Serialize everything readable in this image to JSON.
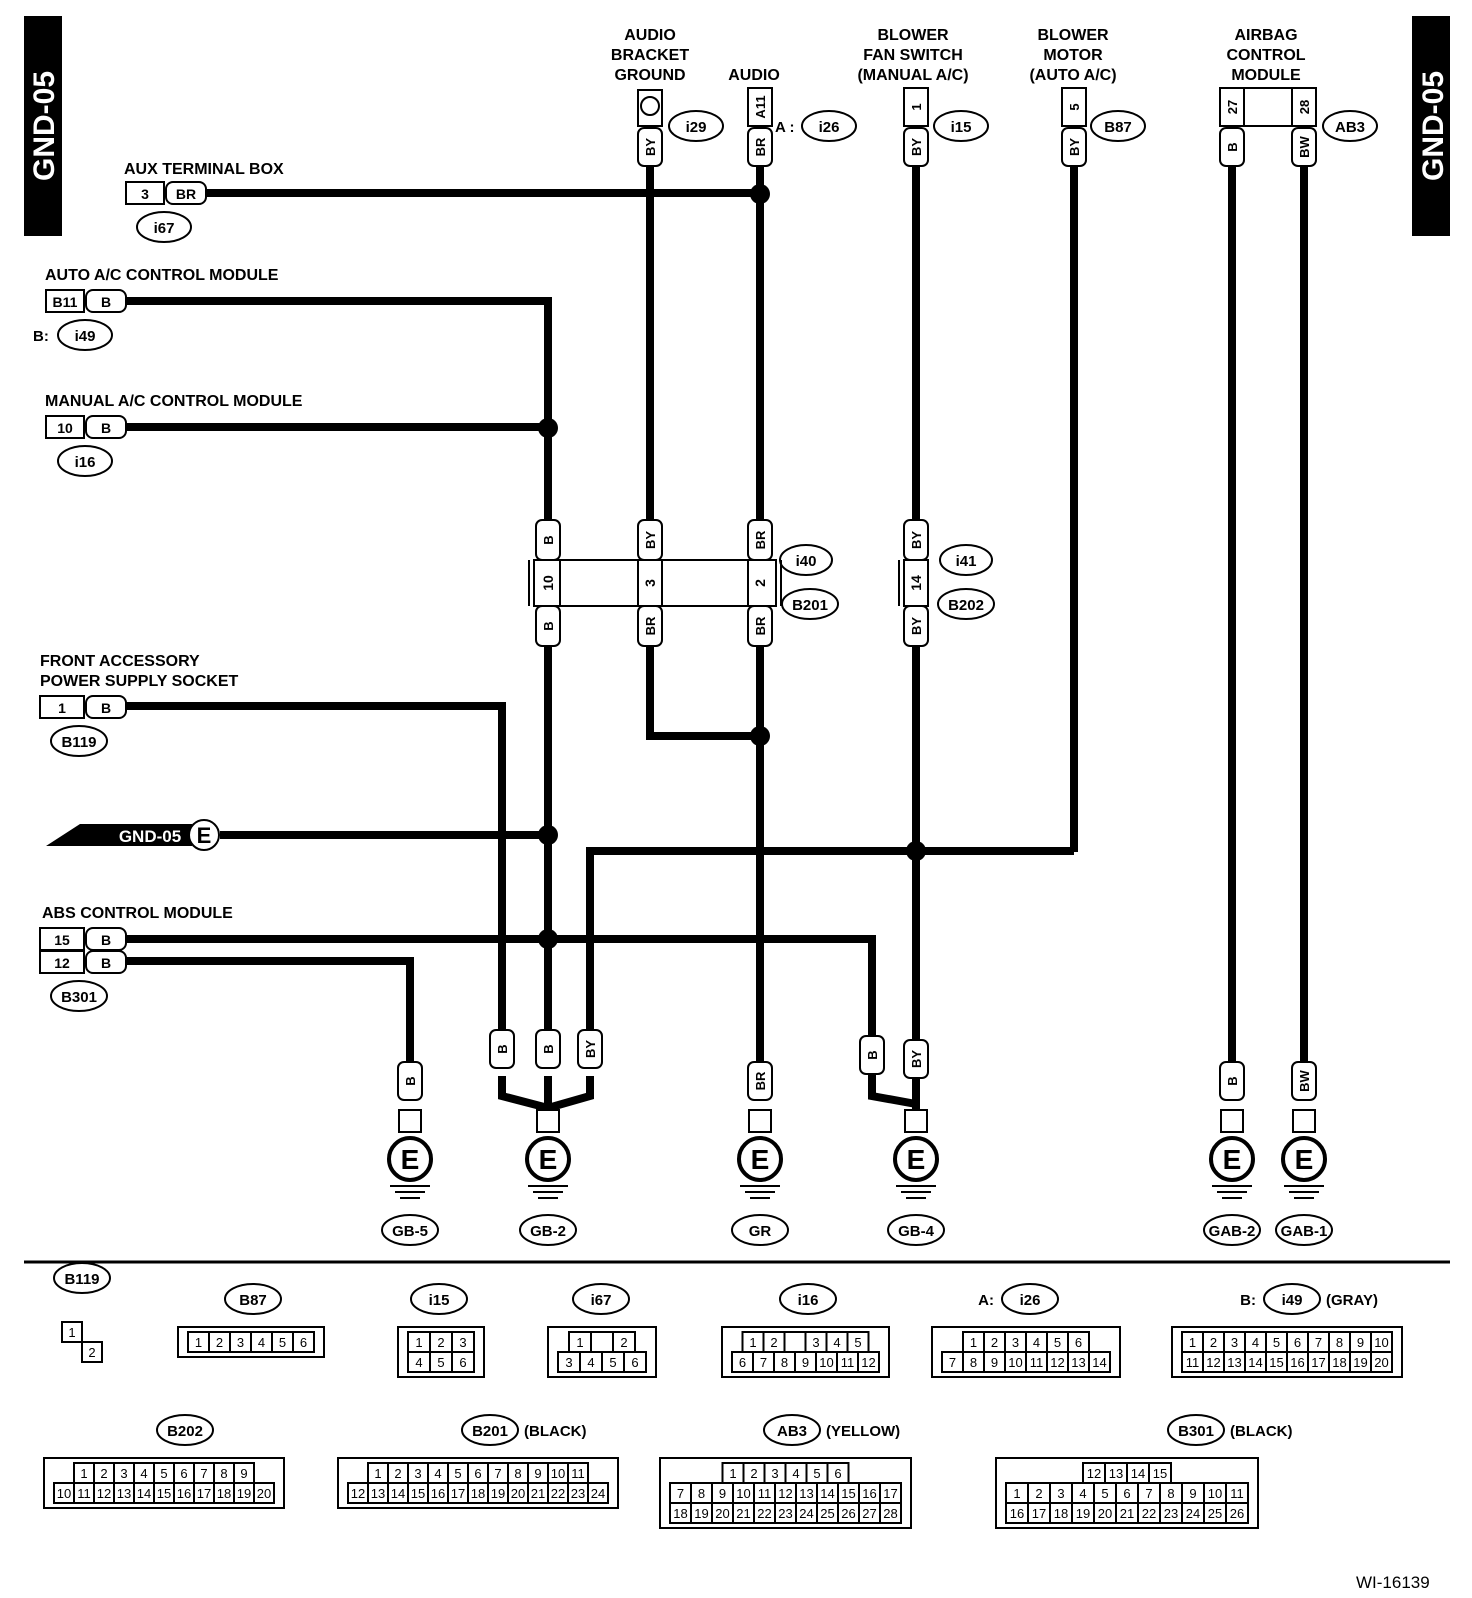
{
  "tabs": {
    "left": "GND-05",
    "right": "GND-05"
  },
  "figure_id": "WI-16139",
  "components": {
    "audio_bracket_ground": {
      "lines": [
        "AUDIO",
        "BRACKET",
        "GROUND"
      ],
      "connector": "i29"
    },
    "audio": {
      "title": "AUDIO",
      "pin": "A11",
      "prefix": "A :",
      "connector": "i26"
    },
    "blower_fan_switch": {
      "lines": [
        "BLOWER",
        "FAN SWITCH",
        "(MANUAL A/C)"
      ],
      "pin": "1",
      "connector": "i15"
    },
    "blower_motor": {
      "lines": [
        "BLOWER",
        "MOTOR",
        "(AUTO A/C)"
      ],
      "pin": "5",
      "connector": "B87"
    },
    "airbag": {
      "lines": [
        "AIRBAG",
        "CONTROL",
        "MODULE"
      ],
      "pins": [
        "27",
        "28"
      ],
      "connector": "AB3"
    },
    "aux": {
      "title": "AUX TERMINAL BOX",
      "pin": "3",
      "color": "BR",
      "connector": "i67"
    },
    "auto_ac": {
      "title": "AUTO A/C CONTROL MODULE",
      "pin": "B11",
      "color": "B",
      "prefix": "B:",
      "connector": "i49"
    },
    "manual_ac": {
      "title": "MANUAL A/C CONTROL MODULE",
      "pin": "10",
      "color": "B",
      "connector": "i16"
    },
    "front_acc": {
      "lines": [
        "FRONT ACCESSORY",
        "POWER SUPPLY SOCKET"
      ],
      "pin": "1",
      "color": "B",
      "connector": "B119"
    },
    "gnd_ref": {
      "label": "GND-05",
      "symbol": "E"
    },
    "abs": {
      "title": "ABS CONTROL MODULE",
      "pins": [
        "15",
        "12"
      ],
      "color": "B",
      "connector": "B301"
    }
  },
  "wire_colors": {
    "by": "BY",
    "b": "B",
    "br": "BR",
    "bw": "BW"
  },
  "joint": {
    "pins": [
      "10",
      "3",
      "2",
      "14"
    ],
    "connectors": [
      "i40",
      "B201",
      "i41",
      "B202"
    ]
  },
  "grounds": [
    {
      "symbol": "E",
      "label": "GB-5"
    },
    {
      "symbol": "E",
      "label": "GB-2"
    },
    {
      "symbol": "E",
      "label": "GR"
    },
    {
      "symbol": "E",
      "label": "GB-4"
    },
    {
      "symbol": "E",
      "label": "GAB-2"
    },
    {
      "symbol": "E",
      "label": "GAB-1"
    }
  ],
  "connector_views": [
    {
      "label": "B119",
      "rows": [
        [
          "1"
        ],
        [
          "2"
        ]
      ]
    },
    {
      "label": "B87",
      "rows": [
        [
          "1",
          "2",
          "3",
          "4",
          "5",
          "6"
        ]
      ]
    },
    {
      "label": "i15",
      "rows": [
        [
          "1",
          "2",
          "3"
        ],
        [
          "4",
          "5",
          "6"
        ]
      ]
    },
    {
      "label": "i67",
      "rows": [
        [
          "1",
          "",
          "2"
        ],
        [
          "3",
          "4",
          "5",
          "6"
        ]
      ]
    },
    {
      "label": "i16",
      "rows": [
        [
          "1",
          "2",
          "",
          "3",
          "4",
          "5"
        ],
        [
          "6",
          "7",
          "8",
          "9",
          "10",
          "11",
          "12"
        ]
      ]
    },
    {
      "label": "i26",
      "prefix": "A:",
      "rows": [
        [
          "1",
          "2",
          "3",
          "4",
          "5",
          "6"
        ],
        [
          "7",
          "8",
          "9",
          "10",
          "11",
          "12",
          "13",
          "14"
        ]
      ]
    },
    {
      "label": "i49",
      "prefix": "B:",
      "suffix": "(GRAY)",
      "rows": [
        [
          "1",
          "2",
          "3",
          "4",
          "5",
          "6",
          "7",
          "8",
          "9",
          "10"
        ],
        [
          "11",
          "12",
          "13",
          "14",
          "15",
          "16",
          "17",
          "18",
          "19",
          "20"
        ]
      ]
    },
    {
      "label": "B202",
      "rows": [
        [
          "1",
          "2",
          "3",
          "4",
          "5",
          "6",
          "7",
          "8",
          "9"
        ],
        [
          "10",
          "11",
          "12",
          "13",
          "14",
          "15",
          "16",
          "17",
          "18",
          "19",
          "20"
        ]
      ]
    },
    {
      "label": "B201",
      "suffix": "(BLACK)",
      "rows": [
        [
          "1",
          "2",
          "3",
          "4",
          "5",
          "6",
          "7",
          "8",
          "9",
          "10",
          "11"
        ],
        [
          "12",
          "13",
          "14",
          "15",
          "16",
          "17",
          "18",
          "19",
          "20",
          "21",
          "22",
          "23",
          "24"
        ]
      ]
    },
    {
      "label": "AB3",
      "suffix": "(YELLOW)",
      "rows": [
        [
          "1",
          "2",
          "3",
          "4",
          "5",
          "6"
        ],
        [
          "7",
          "8",
          "9",
          "10",
          "11",
          "12",
          "13",
          "14",
          "15",
          "16",
          "17"
        ],
        [
          "18",
          "19",
          "20",
          "21",
          "22",
          "23",
          "24",
          "25",
          "26",
          "27",
          "28"
        ]
      ]
    },
    {
      "label": "B301",
      "suffix": "(BLACK)",
      "rows": [
        [
          "12",
          "13",
          "14",
          "15"
        ],
        [
          "1",
          "2",
          "3",
          "4",
          "5",
          "6",
          "7",
          "8",
          "9",
          "10",
          "11"
        ],
        [
          "16",
          "17",
          "18",
          "19",
          "20",
          "21",
          "22",
          "23",
          "24",
          "25",
          "26"
        ]
      ]
    }
  ]
}
